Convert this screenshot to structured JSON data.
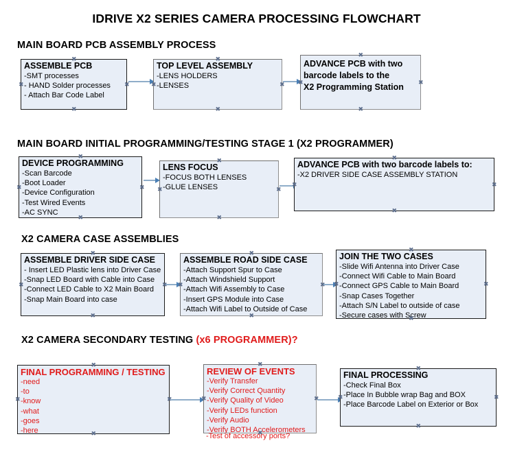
{
  "document": {
    "title": "IDRIVE X2  SERIES CAMERA PROCESSING FLOWCHART"
  },
  "colors": {
    "box_fill": "#e8eef7",
    "box_border_dark": "#1a1a1a",
    "box_border_gray": "#8d8d8d",
    "arrow_shaft": "#8fadc9",
    "arrow_head": "#4a7fb5",
    "accent_red": "#e01b1b",
    "text": "#000000",
    "background": "#ffffff"
  },
  "sections": [
    {
      "id": "main-board-pcb-assembly-process",
      "heading": "MAIN BOARD PCB ASSEMBLY PROCESS",
      "heading_accent": "",
      "boxes": [
        {
          "id": "assemble-pcb",
          "title": "ASSEMBLE PCB",
          "lines": [
            "-SMT processes",
            "- HAND Solder processes",
            "- Attach Bar Code Label"
          ]
        },
        {
          "id": "top-level-assembly",
          "title": "TOP LEVEL ASSEMBLY",
          "lines": [
            "-LENS HOLDERS",
            "-LENSES"
          ]
        },
        {
          "id": "advance-pcb-to-x2-programming-station",
          "title": "ADVANCE PCB with two\nbarcode labels to the\n X2 Programming Station",
          "lines": []
        }
      ]
    },
    {
      "id": "main-board-initial-programming-testing-stage-1",
      "heading": "MAIN BOARD INITIAL PROGRAMMING/TESTING STAGE 1 (X2 PROGRAMMER)",
      "heading_accent": "",
      "boxes": [
        {
          "id": "device-programming",
          "title": "DEVICE PROGRAMMING",
          "lines": [
            "-Scan Barcode",
            "-Boot Loader",
            "-Device Configuration",
            "-Test Wired Events",
            "-AC SYNC"
          ]
        },
        {
          "id": "lens-focus",
          "title": "LENS FOCUS",
          "lines": [
            "-FOCUS BOTH LENSES",
            "-GLUE LENSES"
          ]
        },
        {
          "id": "advance-pcb-to-driver-side-case-assembly",
          "title": "ADVANCE PCB with two barcode labels to:",
          "lines": [
            "-X2 DRIVER  SIDE  CASE  ASSEMBLY STATION"
          ]
        }
      ]
    },
    {
      "id": "x2-camera-case-assemblies",
      "heading": "X2 CAMERA CASE ASSEMBLIES",
      "heading_accent": "",
      "boxes": [
        {
          "id": "assemble-driver-side-case",
          "title": "ASSEMBLE DRIVER SIDE CASE",
          "lines": [
            "- Insert LED Plastic lens into Driver Case",
            "-Snap LED Board with Cable into Case",
            "-Connect LED Cable to X2 Main Board",
            "-Snap Main Board into case"
          ]
        },
        {
          "id": "assemble-road-side-case",
          "title": "ASSEMBLE ROAD SIDE CASE",
          "lines": [
            "-Attach Support Spur to Case",
            "-Attach Windshield Support",
            "-Attach Wifi Assembly to Case",
            "-Insert GPS Module into Case",
            "-Attach Wifi Label to Outside of Case"
          ]
        },
        {
          "id": "join-the-two-cases",
          "title": "JOIN THE TWO CASES",
          "lines": [
            "-Slide Wifi Antenna into Driver Case",
            "-Connect Wifi Cable to Main Board",
            "-Connect GPS Cable to Main Board",
            "-Snap Cases Together",
            "-Attach S/N Label to outside of case",
            "-Secure cases with Screw"
          ]
        }
      ]
    },
    {
      "id": "x2-camera-secondary-testing",
      "heading": "X2 CAMERA SECONDARY TESTING ",
      "heading_accent": "(x6 PROGRAMMER)?",
      "boxes": [
        {
          "id": "final-programming-testing",
          "title": "FINAL PROGRAMMING / TESTING",
          "lines": [
            "-need",
            "-to",
            "-know",
            "-what",
            "-goes",
            "-here"
          ]
        },
        {
          "id": "review-of-events",
          "title": "REVIEW OF EVENTS",
          "lines": [
            "-Verify Transfer",
            "-Verify Correct Quantity",
            "-Verify Quality of Video",
            "-Verify LEDs function",
            "-Verify Audio",
            "-Verify BOTH Accelerometers"
          ],
          "overflow_line": "-Test of accessory ports?"
        },
        {
          "id": "final-processing",
          "title": "FINAL PROCESSING",
          "lines": [
            " -Check Final Box",
            "-Place In Bubble wrap Bag and BOX",
            "-Place Barcode Label on Exterior or Box"
          ]
        }
      ]
    }
  ],
  "connectors": [
    {
      "id": "arrow-assemble-pcb-to-top-level-assembly"
    },
    {
      "id": "arrow-top-level-assembly-to-advance-pcb"
    },
    {
      "id": "arrow-device-programming-to-lens-focus"
    },
    {
      "id": "arrow-lens-focus-to-advance-pcb"
    },
    {
      "id": "arrow-driver-case-to-road-case"
    },
    {
      "id": "arrow-road-case-to-join-cases"
    },
    {
      "id": "arrow-final-programming-to-review-of-events"
    },
    {
      "id": "arrow-review-of-events-to-final-processing"
    }
  ]
}
